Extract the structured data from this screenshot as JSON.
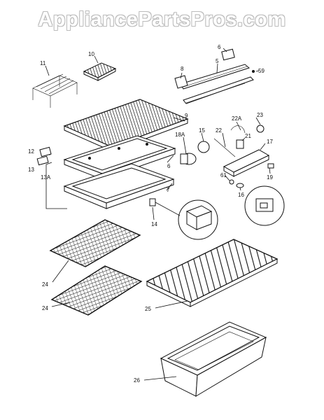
{
  "watermark": "AppliancePartsPros.com",
  "labels": {
    "l11": "11",
    "l10": "10",
    "l6": "6",
    "l8": "8",
    "l5": "5",
    "l59": "59",
    "l9": "9",
    "l22A": "22A",
    "l23": "23",
    "l18A": "18A",
    "l15": "15",
    "l22": "22",
    "l21": "21",
    "l17": "17",
    "l12": "12",
    "l13": "13",
    "l13A": "13A",
    "l6b": "6",
    "l61": "61",
    "l19": "19",
    "l7": "7",
    "l16": "16",
    "l14": "14",
    "l24a": "24",
    "l24b": "24",
    "l25": "25",
    "l26": "26"
  }
}
